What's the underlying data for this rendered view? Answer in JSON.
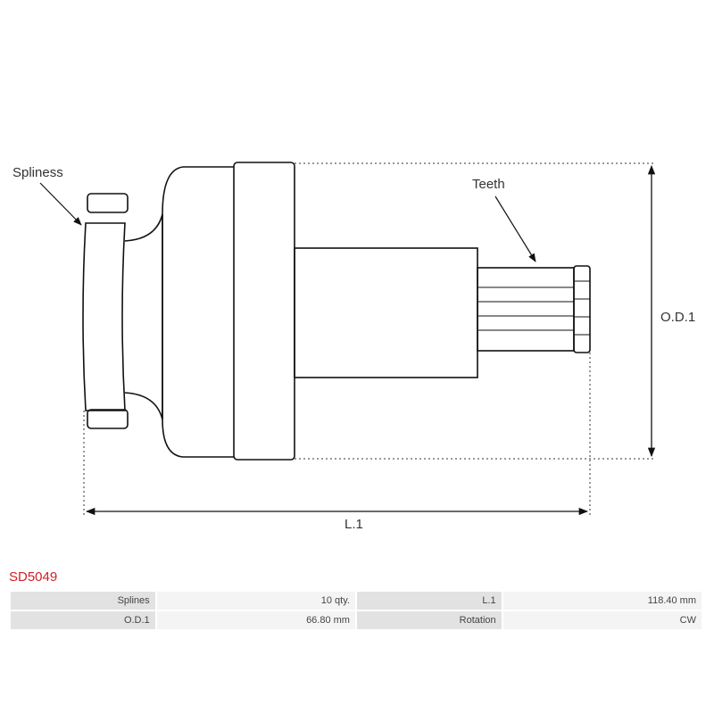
{
  "labels": {
    "splines_callout": "Spliness",
    "teeth_callout": "Teeth",
    "od_dimension": "O.D.1",
    "length_dimension": "L.1"
  },
  "part_number": "SD5049",
  "specs": [
    {
      "key": "Splines",
      "value": "10 qty.",
      "key2": "L.1",
      "value2": "118.40 mm"
    },
    {
      "key": "O.D.1",
      "value": "66.80 mm",
      "key2": "Rotation",
      "value2": "CW"
    }
  ],
  "colors": {
    "part_number": "#d0202a",
    "line": "#111111"
  }
}
